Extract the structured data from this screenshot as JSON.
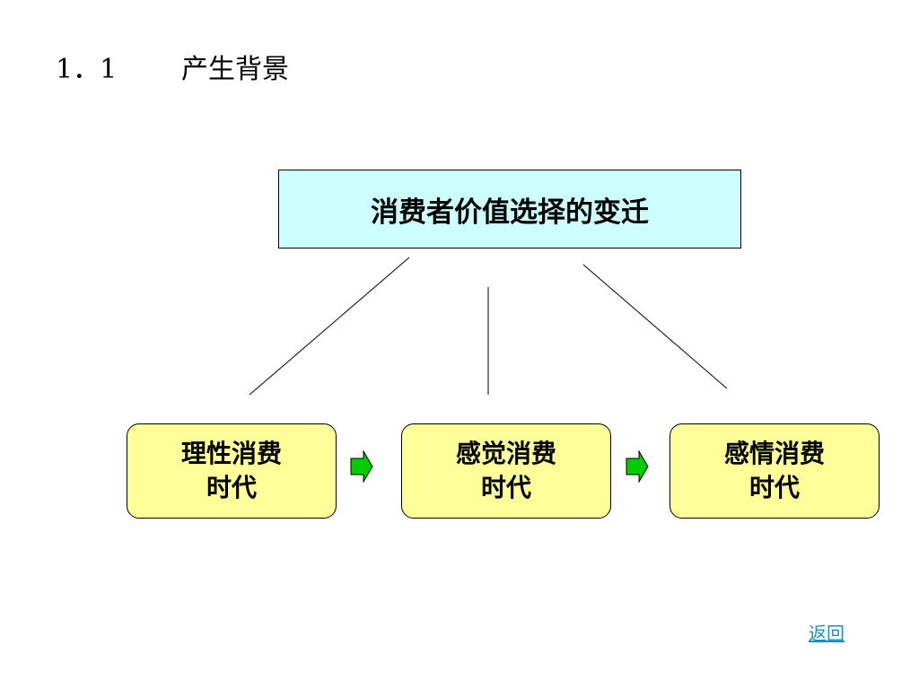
{
  "slide": {
    "section_number": "1．1",
    "section_title": "产生背景"
  },
  "diagram": {
    "root": "消费者价值选择的变迁",
    "eras": [
      {
        "line1": "理性消费",
        "line2": "时代"
      },
      {
        "line1": "感觉消费",
        "line2": "时代"
      },
      {
        "line1": "感情消费",
        "line2": "时代"
      }
    ],
    "arrow_color": "#00cc00"
  },
  "nav": {
    "back_label": "返回"
  }
}
